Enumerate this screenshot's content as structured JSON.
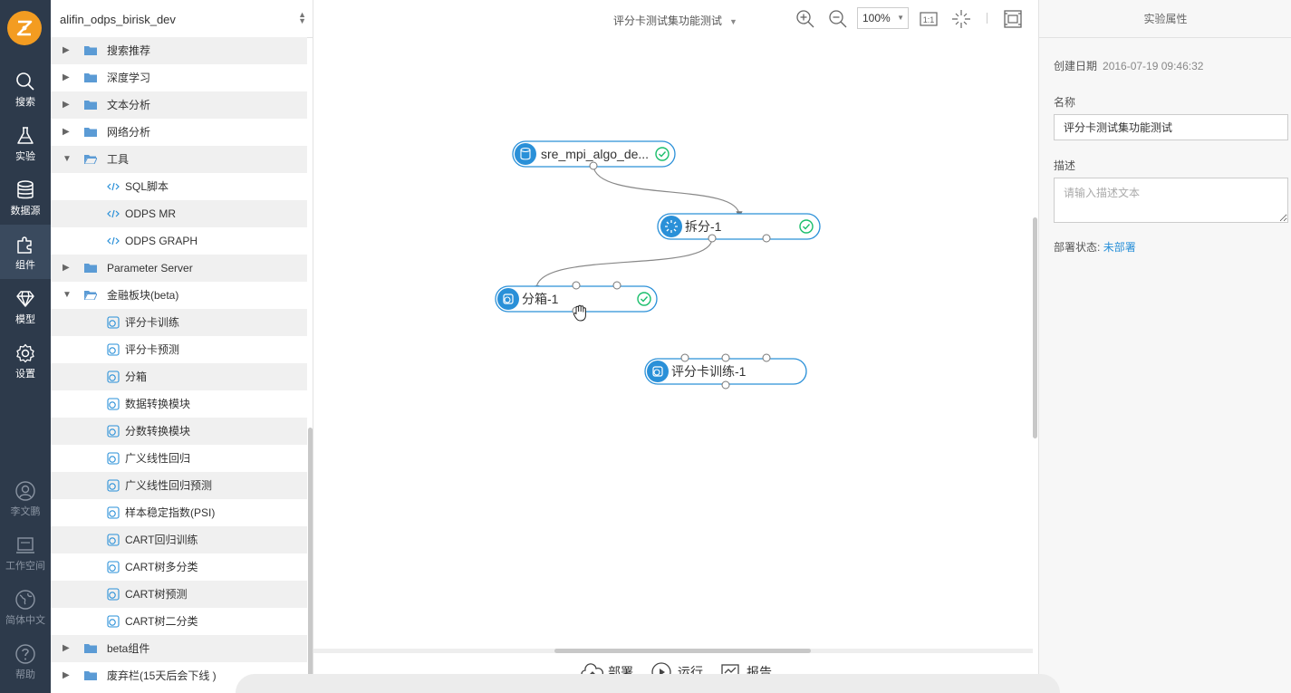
{
  "nav": {
    "items": [
      {
        "label": "搜索",
        "icon": "search-icon"
      },
      {
        "label": "实验",
        "icon": "flask-icon"
      },
      {
        "label": "数据源",
        "icon": "database-icon"
      },
      {
        "label": "组件",
        "icon": "puzzle-icon"
      },
      {
        "label": "模型",
        "icon": "diamond-icon"
      },
      {
        "label": "设置",
        "icon": "gear-icon"
      }
    ],
    "bottom": [
      {
        "label": "李文鹏",
        "icon": "user-icon"
      },
      {
        "label": "工作空间",
        "icon": "workspace-icon"
      },
      {
        "label": "简体中文",
        "icon": "globe-icon"
      },
      {
        "label": "帮助",
        "icon": "help-icon"
      }
    ]
  },
  "tree": {
    "project": "alifin_odps_birisk_dev",
    "rows": [
      {
        "label": "搜索推荐",
        "kind": "folder",
        "level": 1,
        "expanded": false
      },
      {
        "label": "深度学习",
        "kind": "folder",
        "level": 1,
        "expanded": false
      },
      {
        "label": "文本分析",
        "kind": "folder",
        "level": 1,
        "expanded": false
      },
      {
        "label": "网络分析",
        "kind": "folder",
        "level": 1,
        "expanded": false
      },
      {
        "label": "工具",
        "kind": "folder",
        "level": 1,
        "expanded": true
      },
      {
        "label": "SQL脚本",
        "kind": "code",
        "level": 2
      },
      {
        "label": "ODPS MR",
        "kind": "code",
        "level": 2
      },
      {
        "label": "ODPS GRAPH",
        "kind": "code",
        "level": 2
      },
      {
        "label": "Parameter Server",
        "kind": "folder",
        "level": 1,
        "expanded": false
      },
      {
        "label": "金融板块(beta)",
        "kind": "folder",
        "level": 1,
        "expanded": true
      },
      {
        "label": "评分卡训练",
        "kind": "comp",
        "level": 2
      },
      {
        "label": "评分卡预测",
        "kind": "comp",
        "level": 2
      },
      {
        "label": "分箱",
        "kind": "comp",
        "level": 2
      },
      {
        "label": "数据转换模块",
        "kind": "comp",
        "level": 2
      },
      {
        "label": "分数转换模块",
        "kind": "comp",
        "level": 2
      },
      {
        "label": "广义线性回归",
        "kind": "comp",
        "level": 2
      },
      {
        "label": "广义线性回归预测",
        "kind": "comp",
        "level": 2
      },
      {
        "label": "样本稳定指数(PSI)",
        "kind": "comp",
        "level": 2
      },
      {
        "label": "CART回归训练",
        "kind": "comp",
        "level": 2
      },
      {
        "label": "CART树多分类",
        "kind": "comp",
        "level": 2
      },
      {
        "label": "CART树预测",
        "kind": "comp",
        "level": 2
      },
      {
        "label": "CART树二分类",
        "kind": "comp",
        "level": 2
      },
      {
        "label": "beta组件",
        "kind": "folder",
        "level": 1,
        "expanded": false
      },
      {
        "label": "废弃栏(15天后会下线 )",
        "kind": "folder",
        "level": 1,
        "expanded": false
      }
    ]
  },
  "canvas": {
    "experiment_title": "评分卡测试集功能测试",
    "zoom": "100%",
    "nodes": [
      {
        "label": "sre_mpi_algo_de...",
        "icon": "table-icon",
        "status": "success"
      },
      {
        "label": "拆分-1",
        "icon": "split-icon",
        "status": "success"
      },
      {
        "label": "分箱-1",
        "icon": "component-icon",
        "status": "success"
      },
      {
        "label": "评分卡训练-1",
        "icon": "component-icon",
        "status": "none"
      }
    ],
    "actions": {
      "deploy": "部署",
      "run": "运行",
      "report": "报告"
    }
  },
  "props": {
    "header": "实验属性",
    "created_label": "创建日期",
    "created_value": "2016-07-19 09:46:32",
    "name_label": "名称",
    "name_value": "评分卡测试集功能测试",
    "desc_label": "描述",
    "desc_placeholder": "请输入描述文本",
    "deploy_status_label": "部署状态:",
    "deploy_status_value": "未部署"
  },
  "colors": {
    "accent": "#2a90d8",
    "nav_bg": "#2d3a4b",
    "logo": "#f39c21",
    "success": "#19be6b",
    "folder": "#5b9bd5"
  }
}
